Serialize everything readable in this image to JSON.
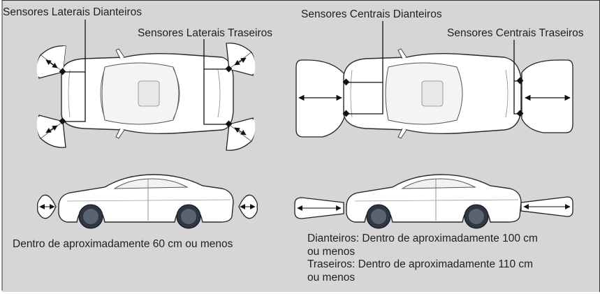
{
  "labels": {
    "side_front": "Sensores Laterais Dianteiros",
    "side_rear": "Sensores Laterais Traseiros",
    "center_front": "Sensores Centrais Dianteiros",
    "center_rear": "Sensores Centrais Traseiros"
  },
  "captions": {
    "side_range": "Dentro de aproximadamente 60 cm ou menos",
    "front_range_line1": "Dianteiros: Dentro de aproximadamente 100 cm",
    "front_range_line2": "ou menos",
    "rear_range_line1": "Traseiros: Dentro de aproximadamente 110 cm",
    "rear_range_line2": "ou menos"
  },
  "colors": {
    "background": "#d6d6d6",
    "detection_zone": "#ffffff",
    "car_body": "#ffffff",
    "car_outline": "#2a2a2a",
    "wheel": "#2f3542",
    "text": "#1f1f1f"
  }
}
